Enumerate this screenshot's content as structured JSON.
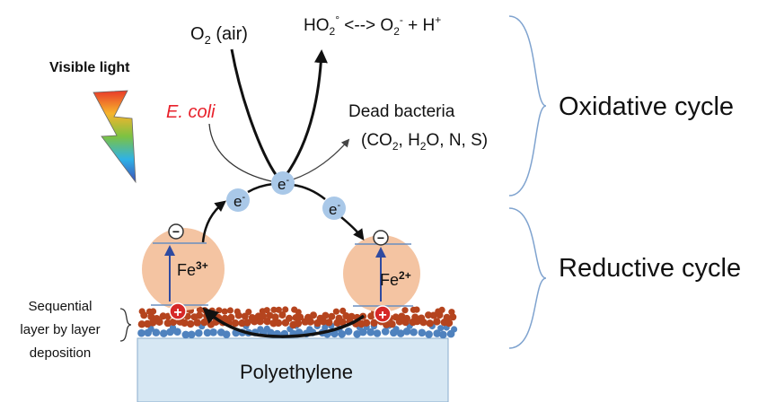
{
  "labels": {
    "o2_air": {
      "main": "O",
      "sub": "2",
      "rest": " (air)"
    },
    "superoxide": {
      "ho": "HO",
      "ho_sub": "2",
      "ho_sup": "°",
      "arrow": " <--> O",
      "o_sub": "2",
      "o_sup": "-",
      "plus": " + H",
      "h_sup": "+"
    },
    "visible_light": "Visible light",
    "ecoli": "E. coli",
    "dead_bacteria": "Dead bacteria",
    "products": {
      "a": "(CO",
      "a_sub": "2",
      "b": ", H",
      "b_sub": "2",
      "c": "O, N, S)"
    },
    "electron": {
      "e": "e",
      "sup": "-"
    },
    "fe3": {
      "fe": "Fe",
      "sup": "3+"
    },
    "fe2": {
      "fe": "Fe",
      "sup": "2+"
    },
    "minus": "−",
    "plus": "+",
    "oxidative_cycle": "Oxidative cycle",
    "reductive_cycle": "Reductive cycle",
    "layer": [
      "Sequential",
      "layer by layer",
      "deposition"
    ],
    "polyethylene": "Polyethylene"
  },
  "colors": {
    "particle": "#f4c4a2",
    "electron": "#a9c8e8",
    "brace": "#7fa3cf",
    "substrate": "#d6e7f3",
    "brown_bead": "#b5441e",
    "blue_bead": "#4f82be",
    "ecoli": "#e8212b",
    "red_mark": "#d62828",
    "up_arrow": "#2f4aa0"
  }
}
